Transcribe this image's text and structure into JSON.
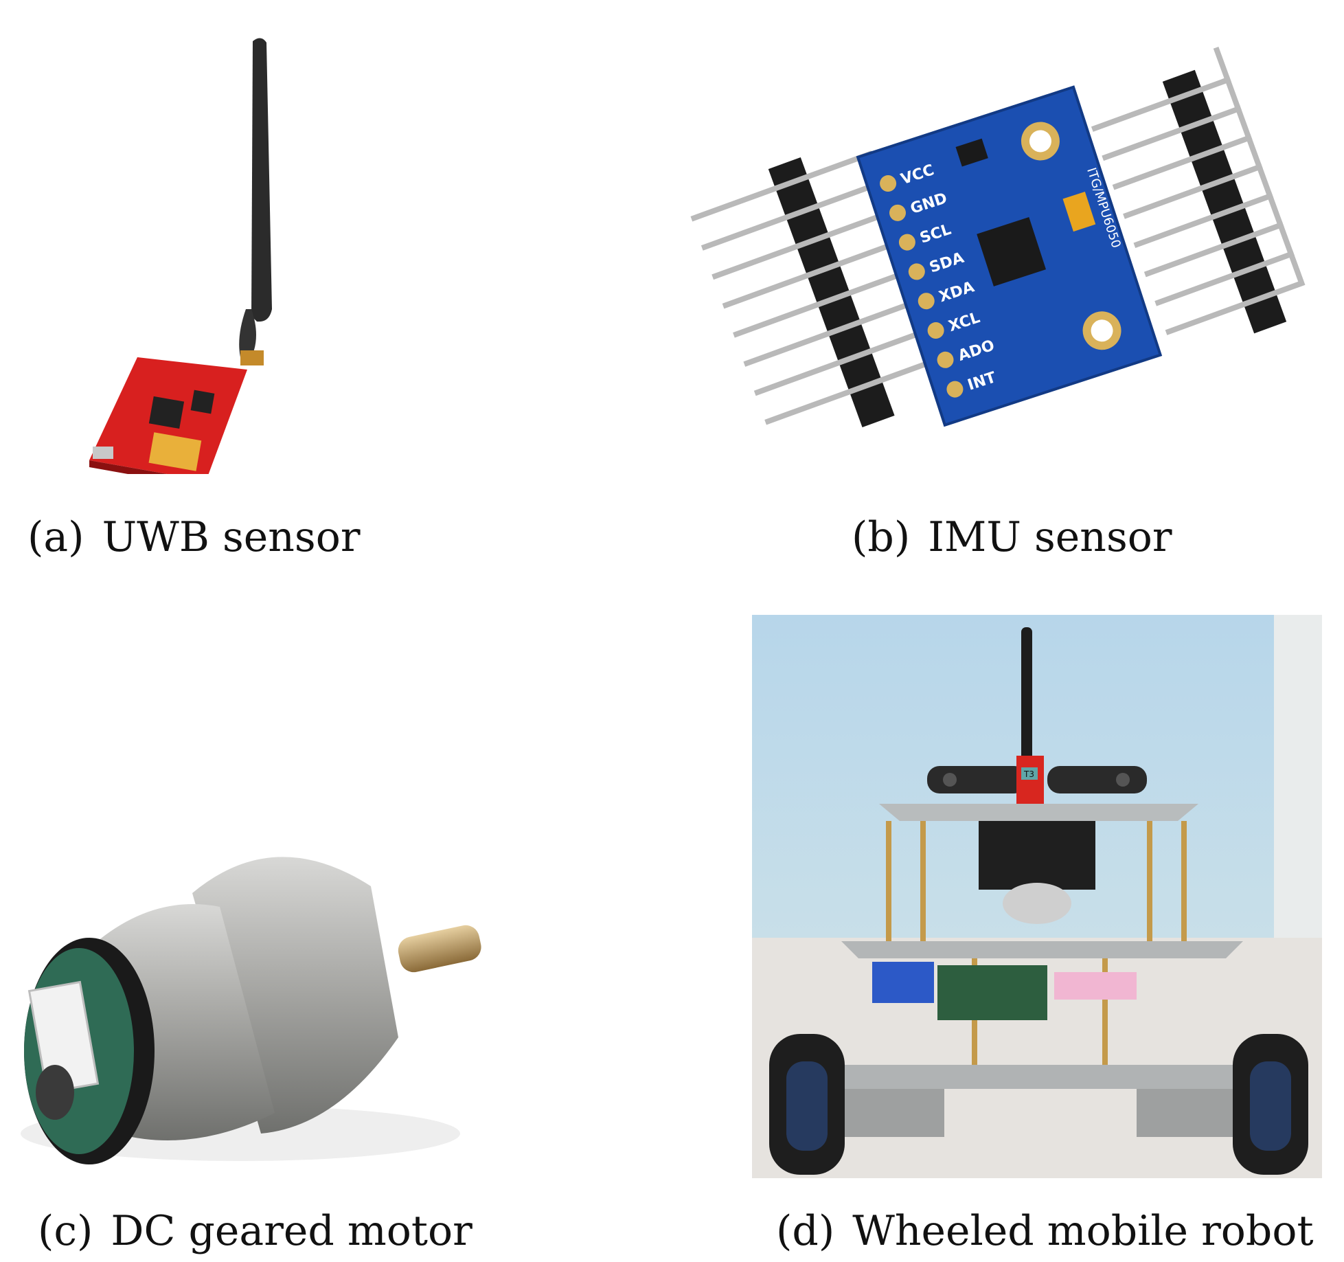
{
  "figure": {
    "panels": [
      {
        "tag": "(a)",
        "label": "UWB sensor"
      },
      {
        "tag": "(b)",
        "label": "IMU sensor"
      },
      {
        "tag": "(c)",
        "label": "DC geared motor"
      },
      {
        "tag": "(d)",
        "label": "Wheeled mobile robot"
      }
    ],
    "imu_pin_labels": [
      "VCC",
      "GND",
      "SCL",
      "SDA",
      "XDA",
      "XCL",
      "ADO",
      "INT"
    ],
    "imu_part_name": "ITG/MPU6050",
    "robot_tag_text": "T3"
  }
}
